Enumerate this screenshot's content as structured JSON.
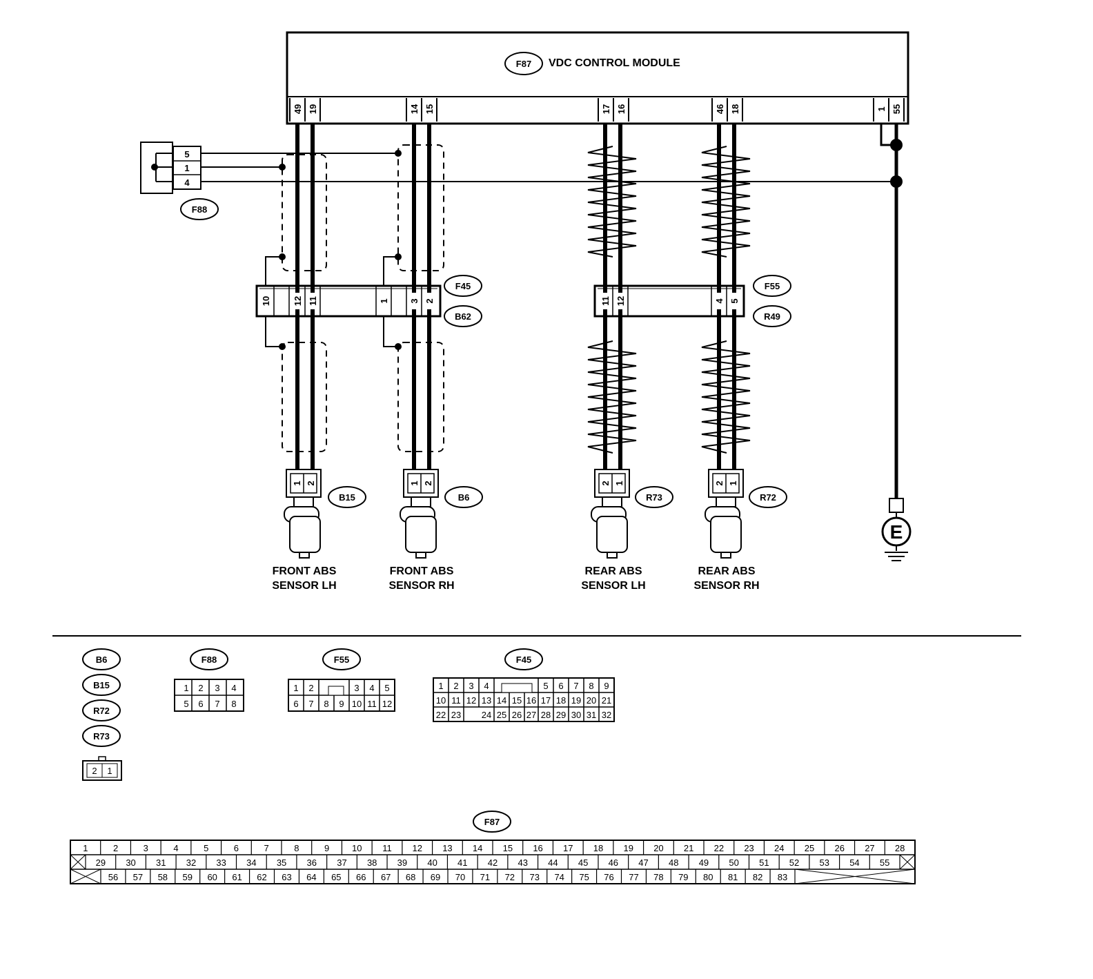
{
  "module": {
    "tag": "F87",
    "title": "VDC CONTROL MODULE"
  },
  "module_pins": [
    "49",
    "19",
    "14",
    "15",
    "17",
    "16",
    "46",
    "18",
    "1",
    "55"
  ],
  "shield_connector": {
    "tag": "F88",
    "pins": [
      "5",
      "1",
      "4"
    ]
  },
  "front_joint": {
    "tag_top": "F45",
    "tag_bottom": "B62",
    "pins": [
      "10",
      "12",
      "11",
      "1",
      "3",
      "2"
    ]
  },
  "rear_joint": {
    "tag_top": "F55",
    "tag_bottom": "R49",
    "pins": [
      "11",
      "12",
      "4",
      "5"
    ]
  },
  "sensors": [
    {
      "tag": "B15",
      "pins": [
        "1",
        "2"
      ],
      "line1": "FRONT ABS",
      "line2": "SENSOR LH"
    },
    {
      "tag": "B6",
      "pins": [
        "1",
        "2"
      ],
      "line1": "FRONT ABS",
      "line2": "SENSOR RH"
    },
    {
      "tag": "R73",
      "pins": [
        "2",
        "1"
      ],
      "line1": "REAR ABS",
      "line2": "SENSOR LH"
    },
    {
      "tag": "R72",
      "pins": [
        "2",
        "1"
      ],
      "line1": "REAR ABS",
      "line2": "SENSOR RH"
    }
  ],
  "ground": {
    "label": "E"
  },
  "legend": {
    "sensor_tags": [
      "B6",
      "B15",
      "R72",
      "R73"
    ],
    "sensor_conn": [
      "2",
      "1"
    ],
    "f88": {
      "tag": "F88",
      "row1": [
        "1",
        "2",
        "3",
        "4"
      ],
      "row2": [
        "5",
        "6",
        "7",
        "8"
      ]
    },
    "f55": {
      "tag": "F55",
      "row1": [
        "1",
        "2",
        "3",
        "4",
        "5"
      ],
      "row2": [
        "6",
        "7",
        "8",
        "9",
        "10",
        "11",
        "12"
      ]
    },
    "f45": {
      "tag": "F45",
      "row1": [
        "1",
        "2",
        "3",
        "4",
        "5",
        "6",
        "7",
        "8",
        "9"
      ],
      "row2": [
        "10",
        "11",
        "12",
        "13",
        "14",
        "15",
        "16",
        "17",
        "18",
        "19",
        "20",
        "21"
      ],
      "row3": [
        "22",
        "23",
        "24",
        "25",
        "26",
        "27",
        "28",
        "29",
        "30",
        "31",
        "32"
      ]
    },
    "f87": {
      "tag": "F87",
      "row1": [
        "1",
        "2",
        "3",
        "4",
        "5",
        "6",
        "7",
        "8",
        "9",
        "10",
        "11",
        "12",
        "13",
        "14",
        "15",
        "16",
        "17",
        "18",
        "19",
        "20",
        "21",
        "22",
        "23",
        "24",
        "25",
        "26",
        "27",
        "28"
      ],
      "row2": [
        "29",
        "30",
        "31",
        "32",
        "33",
        "34",
        "35",
        "36",
        "37",
        "38",
        "39",
        "40",
        "41",
        "42",
        "43",
        "44",
        "45",
        "46",
        "47",
        "48",
        "49",
        "50",
        "51",
        "52",
        "53",
        "54",
        "55"
      ],
      "row3": [
        "56",
        "57",
        "58",
        "59",
        "60",
        "61",
        "62",
        "63",
        "64",
        "65",
        "66",
        "67",
        "68",
        "69",
        "70",
        "71",
        "72",
        "73",
        "74",
        "75",
        "76",
        "77",
        "78",
        "79",
        "80",
        "81",
        "82",
        "83"
      ]
    }
  }
}
